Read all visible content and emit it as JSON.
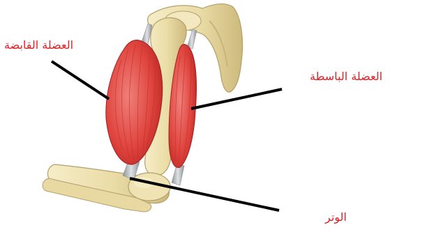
{
  "labels": {
    "flexor_muscle": "العضلة القابضة",
    "extensor_muscle": "العضلة الباسطة",
    "tendon": "الوتر"
  },
  "colors": {
    "label_text": "#e31e24",
    "bone": "#efe3b3",
    "bone_shadow": "#c9b57a",
    "muscle": "#e14a44",
    "muscle_dark": "#b92a27",
    "tendon": "#b8bcc0",
    "leader_line": "#000000"
  }
}
